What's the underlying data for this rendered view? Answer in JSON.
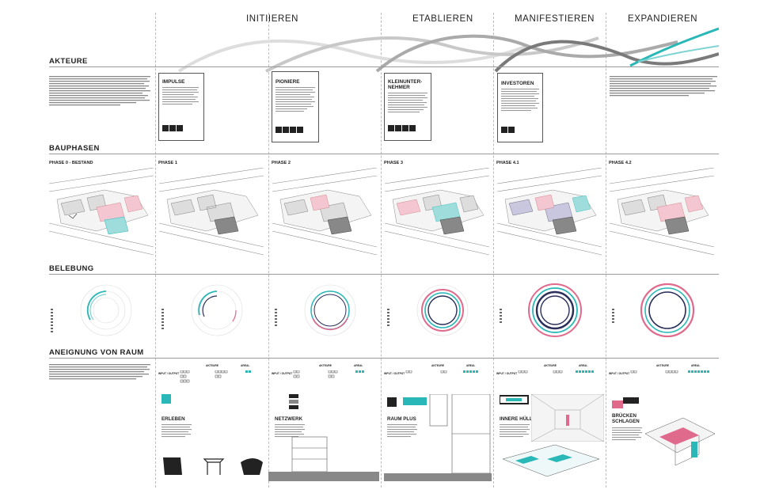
{
  "phases": [
    "INITIIEREN",
    "ETABLIEREN",
    "MANIFESTIEREN",
    "EXPANDIEREN"
  ],
  "sections": {
    "akteure": "AKTEURE",
    "bauphasen": "BAUPHASEN",
    "belebung": "BELEBUNG",
    "aneignung": "ANEIGNUNG VON RAUM"
  },
  "actors": [
    {
      "title": "IMPULSE"
    },
    {
      "title": "PIONIERE"
    },
    {
      "title": "KLEINUNTER-\nNEHMER"
    },
    {
      "title": "INVESTOREN"
    }
  ],
  "phase_labels": [
    "PHASE 0 - BESTAND",
    "PHASE 1",
    "PHASE 2",
    "PHASE 3",
    "PHASE 4.1",
    "PHASE 4.2"
  ],
  "io": {
    "input_output": "INPUT / OUTPUT",
    "akteure": "AKTEURE",
    "areal": "AREAL"
  },
  "bottom_cards": [
    {
      "title": "ERLEBEN"
    },
    {
      "title": "NETZWERK"
    },
    {
      "title": "RAUM PLUS"
    },
    {
      "title": "INNERE HÜLLE"
    },
    {
      "title": "BRÜCKEN\nSCHLAGEN"
    }
  ],
  "colors": {
    "accent": "#2ab7b7",
    "pink": "#e06a8c",
    "dark": "#222222",
    "navy": "#2a2f5a"
  },
  "icons": [
    "lightbulb-icon",
    "people-icon",
    "tools-icon",
    "building-icon"
  ]
}
